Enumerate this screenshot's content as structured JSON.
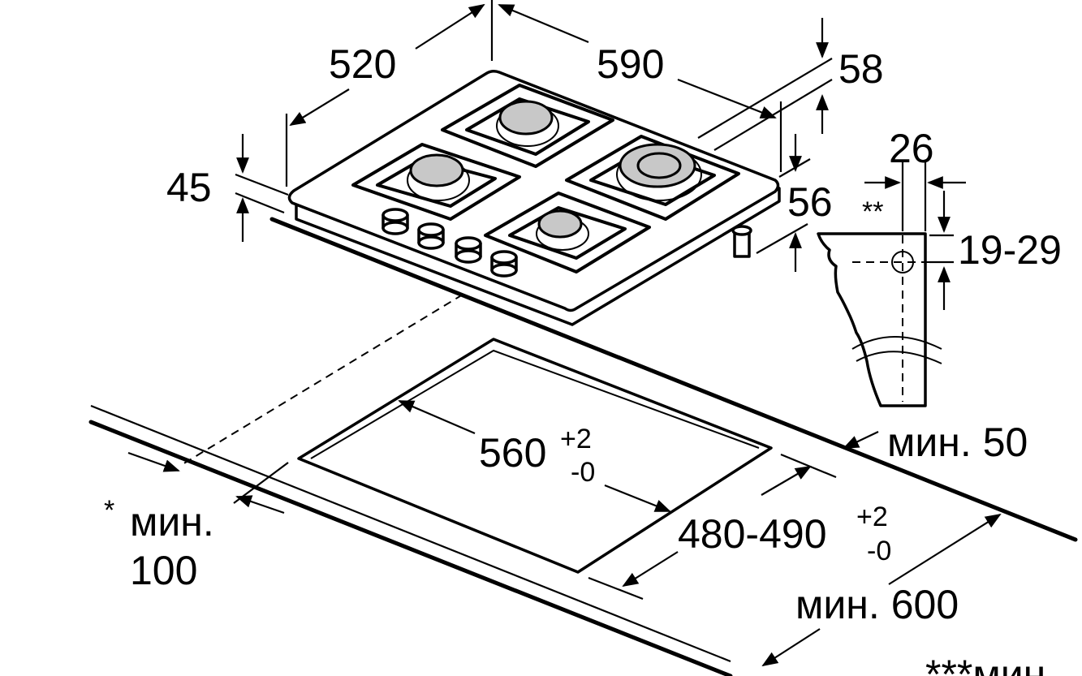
{
  "dimensions": {
    "depth": "520",
    "width": "590",
    "total_height": "58",
    "thickness": "45",
    "under_height": "56",
    "bracket_offset": "26",
    "bracket_marker": "**",
    "clamp_range": "19-29",
    "cutout_width_base": "560",
    "cutout_width_tol_upper": "+2",
    "cutout_width_tol_lower": "-0",
    "cutout_depth_base": "480-490",
    "cutout_depth_tol_upper": "+2",
    "cutout_depth_tol_lower": "-0",
    "rear_clearance": "мин. 50",
    "front_clearance_marker": "*",
    "front_clearance_line1": "мин.",
    "front_clearance_line2": "100",
    "counter_depth": "мин. 600",
    "footnote_partial": "***мин"
  }
}
